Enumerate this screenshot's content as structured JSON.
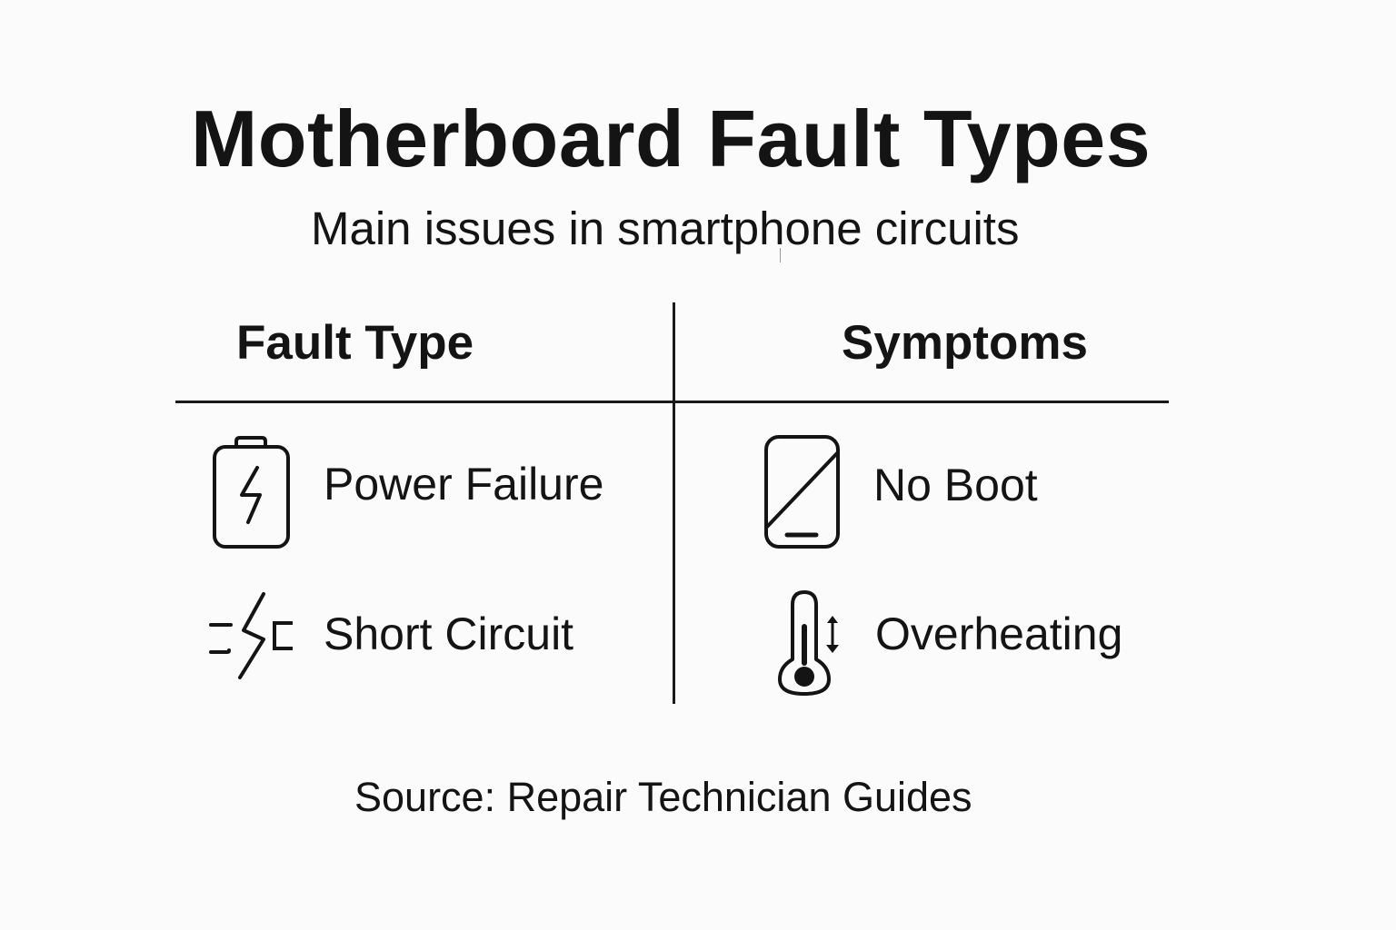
{
  "header": {
    "title": "Motherboard Fault Types",
    "subtitle": "Main issues in smartphone circuits"
  },
  "table": {
    "columns": [
      {
        "label": "Fault Type"
      },
      {
        "label": "Symptoms"
      }
    ],
    "fault_types": [
      {
        "label": "Power Failure",
        "icon": "battery-lightning-icon"
      },
      {
        "label": "Short Circuit",
        "icon": "short-circuit-icon"
      }
    ],
    "symptoms": [
      {
        "label": "No Boot",
        "icon": "phone-off-icon"
      },
      {
        "label": "Overheating",
        "icon": "thermometer-icon"
      }
    ]
  },
  "footer": {
    "source": "Source: Repair Technician Guides"
  },
  "colors": {
    "background": "#fbfbfb",
    "text": "#141414",
    "lines": "#1a1a1a"
  }
}
